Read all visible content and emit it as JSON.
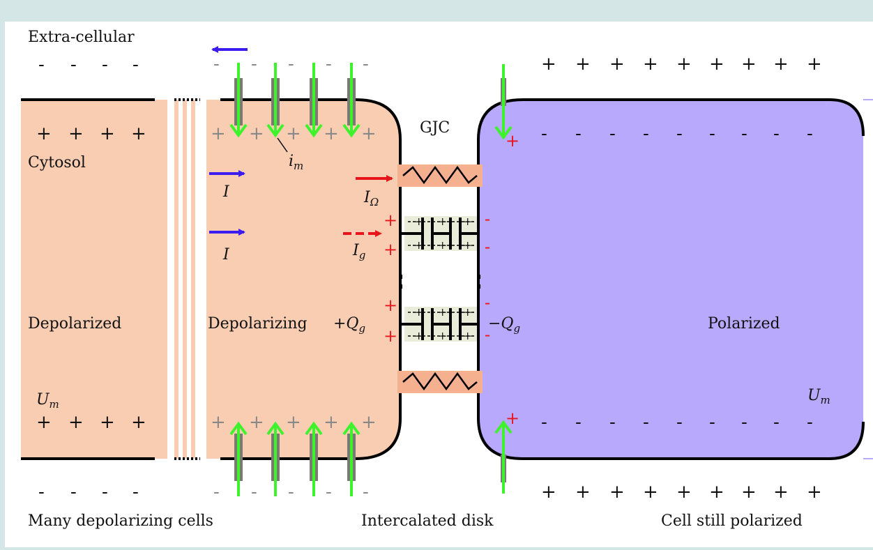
{
  "colors": {
    "background": "#d5e6e7",
    "panel": "#ffffff",
    "depolarized_fill": "#f8cdb1",
    "polarized_fill": "#b8a9fc",
    "gap_junction_fill": "#f5b090",
    "capacitor_fill": "#e8ecd8",
    "arrow_blue": "#3d1cf2",
    "arrow_red": "#e8141b",
    "arrow_green": "#3ef22c",
    "channel_gray": "#7a7a72",
    "membrane": "#000000"
  },
  "labels": {
    "extracellular": "Extra-cellular",
    "cytosol": "Cytosol",
    "depolarized": "Depolarized",
    "depolarizing": "Depolarizing",
    "polarized": "Polarized",
    "gjc": "GJC",
    "many_cells": "Many depolarizing cells",
    "intercalated_disk": "Intercalated disk",
    "cell_still_polarized": "Cell still polarized"
  },
  "symbols": {
    "i_m": {
      "main": "i",
      "sub": "m"
    },
    "I_top": {
      "main": "I"
    },
    "I_mid": {
      "main": "I"
    },
    "I_omega": {
      "main": "I",
      "sub": "Ω"
    },
    "I_g": {
      "main": "I",
      "sub": "g"
    },
    "plus_Qg": {
      "main": "+Q",
      "sub": "g"
    },
    "minus_Qg": {
      "main": "−Q",
      "sub": "g"
    },
    "U_m_left": {
      "main": "U",
      "sub": "m"
    },
    "U_m_right": {
      "main": "U",
      "sub": "m"
    }
  },
  "charges": {
    "plus": "+",
    "minus": "-"
  }
}
